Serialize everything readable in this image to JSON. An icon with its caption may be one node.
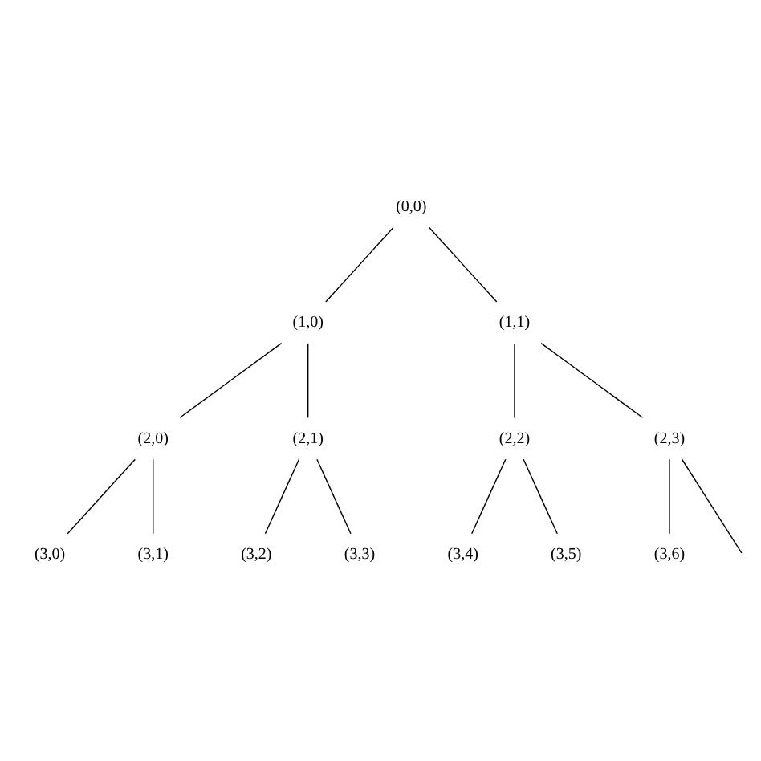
{
  "diagram": {
    "nodes": [
      {
        "text": [
          "(0,0)"
        ]
      },
      {
        "text": [
          "(1,0)"
        ]
      },
      {
        "text": [
          "(1,1)"
        ]
      },
      {
        "text": [
          "(2,0)"
        ]
      },
      {
        "text": [
          "(2,1)"
        ]
      },
      {
        "text": [
          "(2,2)"
        ]
      },
      {
        "text": [
          "(2,3)"
        ]
      },
      {
        "text": [
          "(3,0)"
        ]
      },
      {
        "text": [
          "(3,1)"
        ]
      },
      {
        "text": [
          "(3,2)"
        ]
      },
      {
        "text": [
          "(3,3)"
        ]
      },
      {
        "text": [
          "(3,4)"
        ]
      },
      {
        "text": [
          "(3,5)"
        ]
      },
      {
        "text": [
          "(3,6)"
        ]
      }
    ],
    "edges": [
      {
        "from": 0,
        "to": 1,
        "arrow": "none"
      },
      {
        "from": 0,
        "to": 2,
        "arrow": "none"
      },
      {
        "from": 1,
        "to": 3,
        "arrow": "none"
      },
      {
        "from": 1,
        "to": 4,
        "arrow": "none"
      },
      {
        "from": 2,
        "to": 5,
        "arrow": "none"
      },
      {
        "from": 2,
        "to": 6,
        "arrow": "none"
      },
      {
        "from": 3,
        "to": 7,
        "arrow": "none"
      },
      {
        "from": 3,
        "to": 8,
        "arrow": "none"
      },
      {
        "from": 4,
        "to": 9,
        "arrow": "none"
      },
      {
        "from": 4,
        "to": 10,
        "arrow": "none"
      },
      {
        "from": 5,
        "to": 11,
        "arrow": "none"
      },
      {
        "from": 5,
        "to": 12,
        "arrow": "none"
      },
      {
        "from": 6,
        "to": 13,
        "arrow": "none"
      },
      {
        "from": 6,
        "to": null,
        "arrow": "none"
      }
    ]
  }
}
